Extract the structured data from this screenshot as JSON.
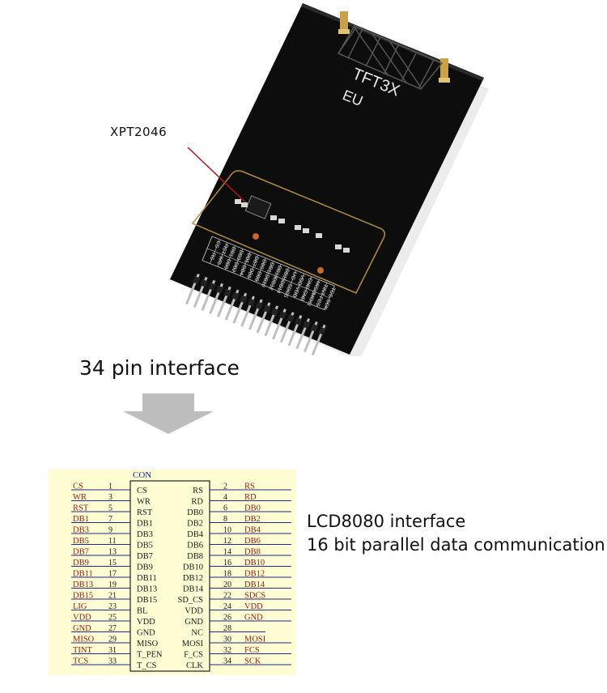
{
  "photo": {
    "board_title": "TFT3X",
    "board_subtitle": "EU",
    "chip_label": "XPT2046",
    "board_pin_labels": [
      "CS",
      "RST",
      "DB1",
      "DB3",
      "DB5",
      "DB7",
      "DB9",
      "DB11",
      "DB13",
      "DB15",
      "LIG",
      "VDD",
      "GND",
      "MISO",
      "TINT",
      "TCS"
    ],
    "board_pin_labels_b": [
      "RS",
      "WR",
      "DB0",
      "DB2",
      "DB4",
      "DB6",
      "DB8",
      "DB10",
      "DB12",
      "DB14",
      "SDCS",
      "VDD",
      "GND",
      "MOSI",
      "FCS",
      "SCK"
    ]
  },
  "caption": {
    "interface": "34 pin interface"
  },
  "schematic": {
    "component_label": "CON",
    "left_pins": [
      {
        "num": "1",
        "net": "CS",
        "inner": "CS"
      },
      {
        "num": "3",
        "net": "WR",
        "inner": "WR"
      },
      {
        "num": "5",
        "net": "RST",
        "inner": "RST"
      },
      {
        "num": "7",
        "net": "DB1",
        "inner": "DB1"
      },
      {
        "num": "9",
        "net": "DB3",
        "inner": "DB3"
      },
      {
        "num": "11",
        "net": "DB5",
        "inner": "DB5"
      },
      {
        "num": "13",
        "net": "DB7",
        "inner": "DB7"
      },
      {
        "num": "15",
        "net": "DB9",
        "inner": "DB9"
      },
      {
        "num": "17",
        "net": "DB11",
        "inner": "DB11"
      },
      {
        "num": "19",
        "net": "DB13",
        "inner": "DB13"
      },
      {
        "num": "21",
        "net": "DB15",
        "inner": "DB15"
      },
      {
        "num": "23",
        "net": "LIG",
        "inner": "BL"
      },
      {
        "num": "25",
        "net": "VDD",
        "inner": "VDD"
      },
      {
        "num": "27",
        "net": "GND",
        "inner": "GND"
      },
      {
        "num": "29",
        "net": "MISO",
        "inner": "MISO"
      },
      {
        "num": "31",
        "net": "TINT",
        "inner": "T_PEN"
      },
      {
        "num": "33",
        "net": "TCS",
        "inner": "T_CS"
      }
    ],
    "right_pins": [
      {
        "num": "2",
        "net": "RS",
        "inner": "RS"
      },
      {
        "num": "4",
        "net": "RD",
        "inner": "RD"
      },
      {
        "num": "6",
        "net": "DB0",
        "inner": "DB0"
      },
      {
        "num": "8",
        "net": "DB2",
        "inner": "DB2"
      },
      {
        "num": "10",
        "net": "DB4",
        "inner": "DB4"
      },
      {
        "num": "12",
        "net": "DB6",
        "inner": "DB6"
      },
      {
        "num": "14",
        "net": "DB8",
        "inner": "DB8"
      },
      {
        "num": "16",
        "net": "DB10",
        "inner": "DB10"
      },
      {
        "num": "18",
        "net": "DB12",
        "inner": "DB12"
      },
      {
        "num": "20",
        "net": "DB14",
        "inner": "DB14"
      },
      {
        "num": "22",
        "net": "SDCS",
        "inner": "SD_CS"
      },
      {
        "num": "24",
        "net": "VDD",
        "inner": "VDD"
      },
      {
        "num": "26",
        "net": "GND",
        "inner": "GND"
      },
      {
        "num": "28",
        "net": "",
        "inner": "NC"
      },
      {
        "num": "30",
        "net": "MOSI",
        "inner": "MOSI"
      },
      {
        "num": "32",
        "net": "FCS",
        "inner": "F_CS"
      },
      {
        "num": "34",
        "net": "SCK",
        "inner": "CLK"
      }
    ]
  },
  "note": {
    "line1": "LCD8080 interface",
    "line2": "16 bit parallel data communication"
  },
  "colors": {
    "net_label": "#9b1a1a",
    "wire": "#1d2a8a",
    "pin_text": "#1c1c1c",
    "board": "#0d0d0d",
    "schematic_bg": "#fdfcd3",
    "arrow": "#bdbdbd"
  }
}
